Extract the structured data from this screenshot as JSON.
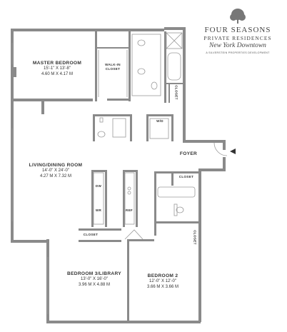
{
  "brand": {
    "name": "FOUR SEASONS",
    "line2": "PRIVATE RESIDENCES",
    "line3": "New York Downtown",
    "developer": "A SILVERSTEIN PROPERTIES DEVELOPMENT"
  },
  "rooms": {
    "master_bedroom": {
      "name": "MASTER BEDROOM",
      "imperial": "15'-1\" X 13'-8\"",
      "metric": "4.60 M X 4.17 M"
    },
    "living_dining": {
      "name": "LIVING/DINING ROOM",
      "imperial": "14'-0\" X 24'-0\"",
      "metric": "4.27 M X 7.32 M"
    },
    "bedroom3": {
      "name": "BEDROOM 3/LIBRARY",
      "imperial": "13'-0\" X 16'-0\"",
      "metric": "3.96 M X 4.88 M"
    },
    "bedroom2": {
      "name": "BEDROOM 2",
      "imperial": "12'-0\" X 12'-0\"",
      "metric": "3.66 M X 3.66 M"
    },
    "foyer": {
      "name": "FOYER"
    }
  },
  "labels": {
    "walk_in_closet": "WALK-IN CLOSET",
    "closet": "CLOSET",
    "wd": "W/D",
    "dw": "DW",
    "wr": "WR",
    "ref": "REF"
  }
}
